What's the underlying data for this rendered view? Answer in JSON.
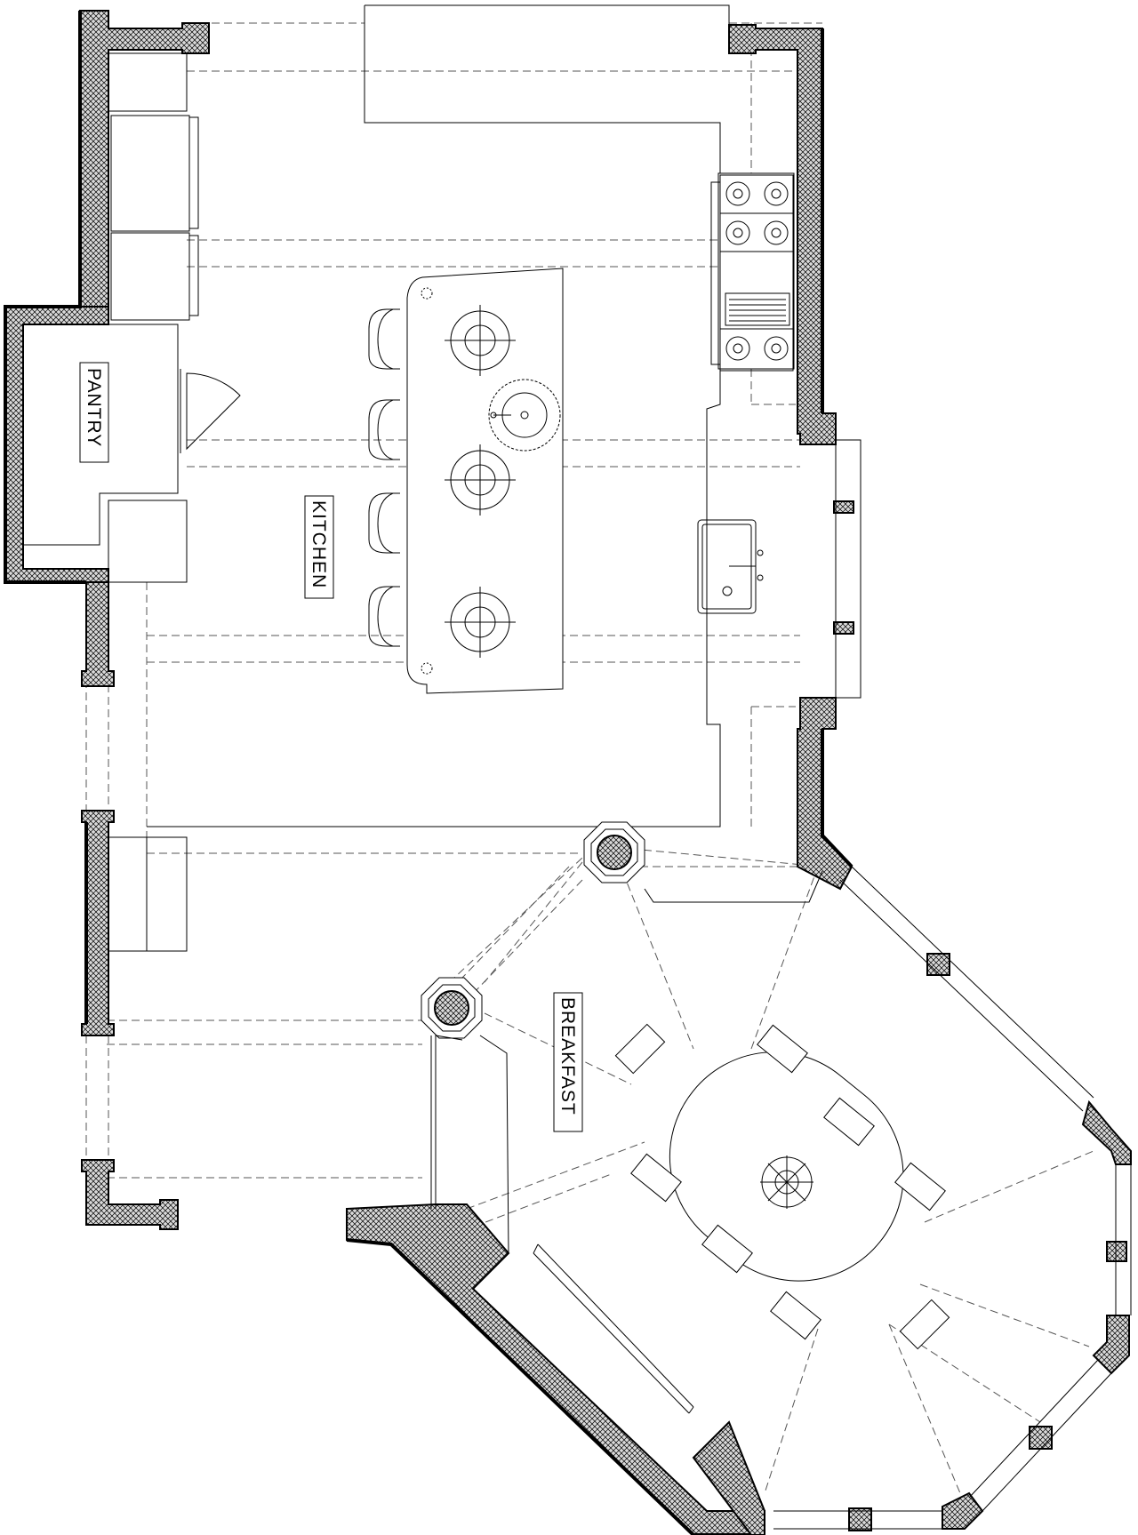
{
  "rooms": {
    "pantry": "PANTRY",
    "kitchen": "KITCHEN",
    "breakfast": "BREAKFAST"
  },
  "colors": {
    "line": "#000000",
    "background": "#ffffff",
    "hidden_line": "#555555",
    "wall_fill": "#d9d9d9"
  }
}
